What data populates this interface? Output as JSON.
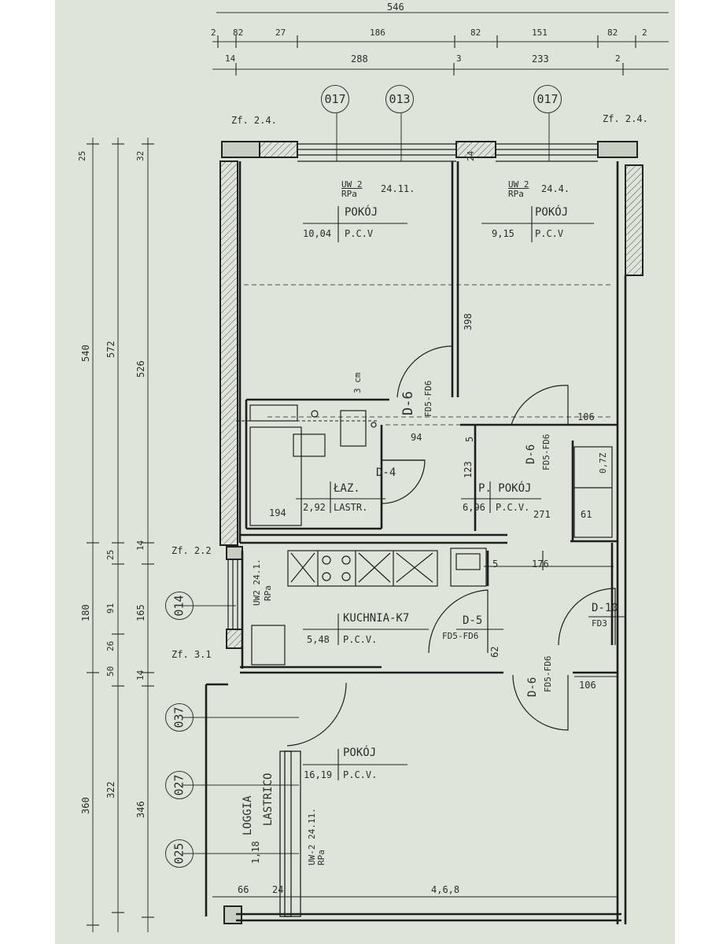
{
  "top_dims": {
    "total": "546",
    "row1": [
      "2",
      "82",
      "27",
      "186",
      "82",
      "151",
      "82",
      "2"
    ],
    "row2": [
      "14",
      "288",
      "3",
      "233",
      "2"
    ]
  },
  "left_dims": {
    "col1": [
      "540",
      "180",
      "360"
    ],
    "col2": [
      "25",
      "572",
      "25",
      "91",
      "26",
      "50",
      "322"
    ],
    "col3": [
      "32",
      "526",
      "14",
      "165",
      "14",
      "346"
    ]
  },
  "window_tags": [
    "017",
    "013",
    "017",
    "014",
    "037",
    "027",
    "025"
  ],
  "zf_labels": [
    "Zf. 2.4.",
    "Zf. 2.4.",
    "Zf. 2.2",
    "Zf. 3.1"
  ],
  "rooms": {
    "room1": {
      "code": "UW 2",
      "code2": "RPa",
      "ref": "24.11.",
      "name": "POKÓJ",
      "area": "10,04",
      "floor": "P.C.V"
    },
    "room2": {
      "code": "UW 2",
      "code2": "RPa",
      "ref": "24.4.",
      "name": "POKÓJ",
      "area": "9,15",
      "floor": "P.C.V"
    },
    "bath": {
      "name": "ŁAZ.",
      "area": "2,92",
      "floor": "LASTR."
    },
    "hall": {
      "name": "P. POKÓJ",
      "area": "6,96",
      "floor": "P.C.V."
    },
    "kitchen": {
      "name": "KUCHNIA-K7",
      "area": "5,48",
      "floor": "P.C.V."
    },
    "living": {
      "name": "POKÓJ",
      "area": "16,19",
      "floor": "P.C.V."
    },
    "loggia": {
      "name": "LOGGIA",
      "floor": "LASTRICO",
      "area": "1,18"
    }
  },
  "uw_vertical": {
    "kitchen": "UW2 24.1.",
    "kitchen_b": "RPa",
    "loggia": "UW-2 24.11.",
    "loggia_b": "RPa"
  },
  "doors": {
    "d6a": "D-6",
    "d6a_t": "FD5-FD6",
    "d4": "D-4",
    "d6b": "D-6",
    "d6b_t": "FD5-FD6",
    "d5": "D-5",
    "d5_t": "FD5-FD6",
    "d10": "D-10",
    "d10_t": "FD3",
    "d6c": "D-6",
    "d6c_t": "FD5-FD6"
  },
  "inner_dims": {
    "d398": "398",
    "d94": "94",
    "d5a": "5",
    "d123": "123",
    "d106a": "106",
    "d194": "194",
    "d271": "271",
    "d61": "61",
    "d5b": "5",
    "d176": "176",
    "d62": "62",
    "d106b": "106",
    "d66": "66",
    "d24a": "24",
    "d468": "4,6,8",
    "d24b": "24",
    "szafa": "0,7Z",
    "note": "3 cm"
  }
}
